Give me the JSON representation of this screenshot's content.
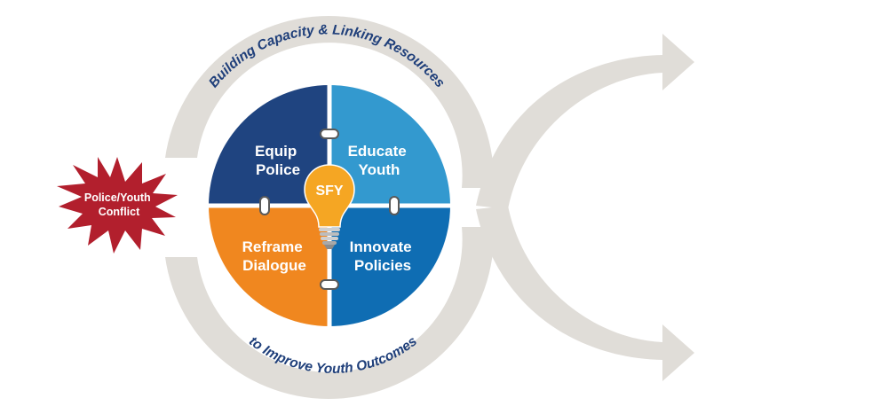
{
  "diagram": {
    "arc_top_text": "Building Capacity & Linking Resources",
    "arc_bottom_text": "to Improve Youth Outcomes",
    "conflict_label": [
      "Police/Youth",
      "Conflict"
    ],
    "center_label": "SFY",
    "quadrants": [
      {
        "id": "equip",
        "lines": [
          "Equip",
          "Police"
        ],
        "color": "#1f4480"
      },
      {
        "id": "educate",
        "lines": [
          "Educate",
          "Youth"
        ],
        "color": "#3399cf"
      },
      {
        "id": "reframe",
        "lines": [
          "Reframe",
          "Dialogue"
        ],
        "color": "#f0871f"
      },
      {
        "id": "innovate",
        "lines": [
          "Innovate",
          "Policies"
        ],
        "color": "#0f6db3"
      }
    ],
    "colors": {
      "arc": "#e0ddd8",
      "burst": "#b21f2d",
      "bulb": "#f5a623",
      "bulb_base": "#cfcfcf",
      "connector": "#5a5a5a",
      "arc_text": "#1f3f7a"
    }
  }
}
